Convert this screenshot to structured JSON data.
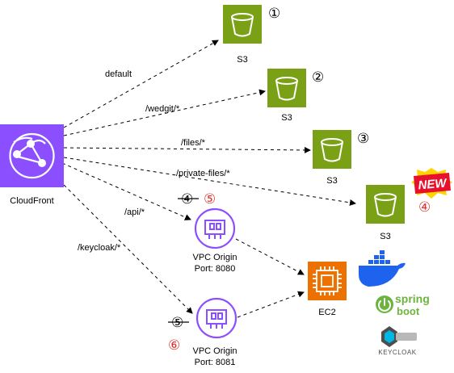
{
  "nodes": {
    "cloudfront": "CloudFront",
    "s3_1": "S3",
    "s3_2": "S3",
    "s3_3": "S3",
    "s3_4": "S3",
    "vpc_origin_1": {
      "line1": "VPC Origin",
      "line2": "Port: 8080"
    },
    "vpc_origin_2": {
      "line1": "VPC Origin",
      "line2": "Port: 8081"
    },
    "ec2": "EC2"
  },
  "edges": {
    "default": "default",
    "wedgit": "/wedgit/*",
    "files": "/files/*",
    "private_files": "/private-files/*",
    "api": "/api/*",
    "keycloak": "/keycloak/*"
  },
  "markers": {
    "s3_1": "①",
    "s3_2": "②",
    "s3_3": "③",
    "s3_4": "④",
    "vpc1_old": "④",
    "vpc1_new": "⑤",
    "vpc2_old": "⑤",
    "vpc2_new": "⑥"
  },
  "badges": {
    "new": "NEW",
    "spring_top": "spring",
    "spring_bottom": "boot",
    "keycloak": "KEYCLOAK"
  },
  "icons": {
    "cloudfront": "cloudfront-icon",
    "s3": "s3-bucket-icon",
    "vpc_origin": "network-interface-icon",
    "ec2": "ec2-chip-icon",
    "docker": "docker-whale-icon",
    "spring_boot": "spring-boot-logo",
    "keycloak": "keycloak-logo"
  },
  "colors": {
    "cloudfront": "#8c4fff",
    "s3": "#7aa116",
    "vpc_origin": "#8c4fff",
    "ec2": "#ed7100",
    "docker": "#1d63ed",
    "spring": "#6db33f",
    "new_badge": "#e8112d",
    "new_burst": "#ffd400",
    "marker_red": "#e0322e"
  }
}
